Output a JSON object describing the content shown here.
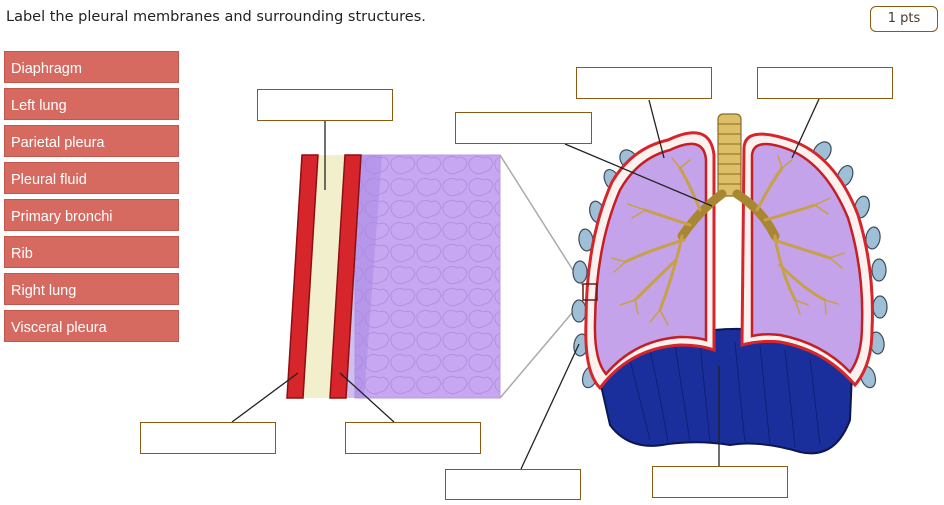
{
  "question": {
    "prompt": "Label the pleural membranes and surrounding structures.",
    "points": "1 pts"
  },
  "label_bank": [
    "Diaphragm",
    "Left lung",
    "Parietal pleura",
    "Pleural fluid",
    "Primary bronchi",
    "Rib",
    "Right lung",
    "Visceral pleura"
  ],
  "drop_zones": [
    {
      "id": "zone-inset-top",
      "value": ""
    },
    {
      "id": "zone-bronchi",
      "value": ""
    },
    {
      "id": "zone-right-lung",
      "value": ""
    },
    {
      "id": "zone-left-lung",
      "value": ""
    },
    {
      "id": "zone-inset-bottom-left",
      "value": ""
    },
    {
      "id": "zone-inset-bottom-right",
      "value": ""
    },
    {
      "id": "zone-rib",
      "value": ""
    },
    {
      "id": "zone-diaphragm",
      "value": ""
    }
  ],
  "colors": {
    "tile_fill": "#d76a60",
    "drop_border": "#8a5a12",
    "lung_fill": "#c5a3ea",
    "pleura_red": "#d7262b",
    "pleural_fluid": "#f1efcc",
    "diaphragm_blue": "#1a2f9b",
    "rib_fill": "#9fbfd6"
  }
}
